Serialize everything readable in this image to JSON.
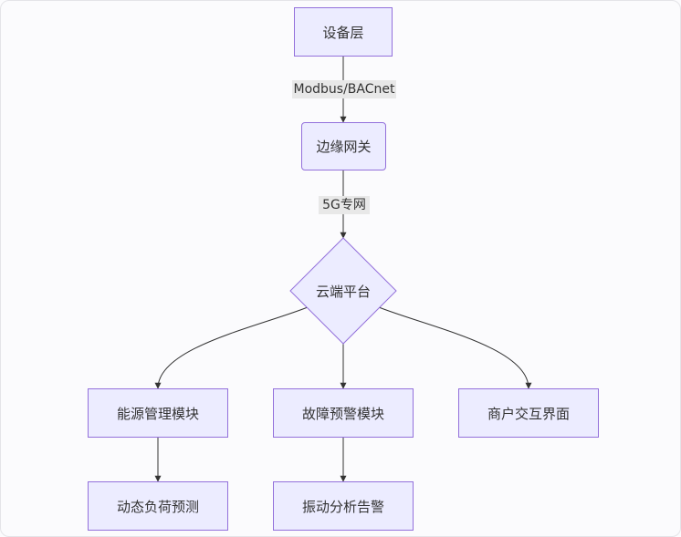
{
  "nodes": {
    "device_layer": "设备层",
    "edge_gateway": "边缘网关",
    "cloud_platform": "云端平台",
    "energy_module": "能源管理模块",
    "fault_module": "故障预警模块",
    "merchant_ui": "商户交互界面",
    "load_forecast": "动态负荷预测",
    "vibration_alarm": "振动分析告警"
  },
  "edges": {
    "device_to_gateway": "Modbus/BACnet",
    "gateway_to_cloud": "5G专网"
  },
  "colors": {
    "node_fill": "#ececff",
    "node_stroke": "#9370db",
    "edge": "#333333",
    "edge_label_bg": "#e8e8e8"
  }
}
